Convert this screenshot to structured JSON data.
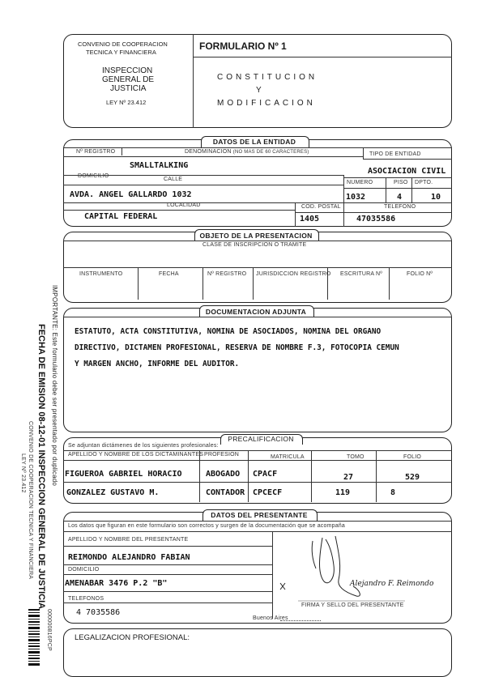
{
  "header": {
    "convenio_1": "CONVENIO DE COOPERACION",
    "convenio_2": "TECNICA Y FINANCIERA",
    "igj_1": "INSPECCION",
    "igj_2": "GENERAL DE",
    "igj_3": "JUSTICIA",
    "ley": "LEY Nº 23.412",
    "form_title": "FORMULARIO Nº 1",
    "constitucion": "CONSTITUCION",
    "y": "Y",
    "modificacion": "MODIFICACION"
  },
  "entidad": {
    "section_title": "DATOS DE LA ENTIDAD",
    "nro_registro_label": "Nº REGISTRO",
    "denominacion_label": "DENOMINACION",
    "denominacion_hint": "(NO MAS DE 60 CARACTERES)",
    "tipo_label": "TIPO DE ENTIDAD",
    "denominacion": "SMALLTALKING",
    "tipo": "ASOCIACION CIVIL",
    "domicilio_label": "DOMICILIO",
    "calle_label": "CALLE",
    "numero_label": "NUMERO",
    "piso_label": "PISO",
    "dpto_label": "DPTO.",
    "calle": "AVDA. ANGEL GALLARDO 1032",
    "numero": "1032",
    "piso": "4",
    "dpto": "10",
    "localidad_label": "LOCALIDAD",
    "cod_postal_label": "COD. POSTAL",
    "telefono_label": "TELEFONO",
    "localidad": "CAPITAL FEDERAL",
    "cod_postal": "1405",
    "telefono": "47035586"
  },
  "objeto": {
    "section_title": "OBJETO DE LA PRESENTACION",
    "clase_label": "CLASE DE INSCRIPCION O TRAMITE",
    "columns": [
      "INSTRUMENTO",
      "FECHA",
      "Nº REGISTRO",
      "JURISDICCION REGISTRO",
      "ESCRITURA Nº",
      "FOLIO Nº"
    ]
  },
  "documentacion": {
    "section_title": "DOCUMENTACION ADJUNTA",
    "line_1": "ESTATUTO, ACTA CONSTITUTIVA, NOMINA DE ASOCIADOS, NOMINA DEL ORGANO",
    "line_2": "DIRECTIVO, DICTAMEN PROFESIONAL, RESERVA DE NOMBRE F.3, FOTOCOPIA CEMUN",
    "line_3": "Y MARGEN ANCHO, INFORME DEL AUDITOR."
  },
  "precalificacion": {
    "section_title": "PRECALIFICACION",
    "intro": "Se adjuntan dictámenes de los siguientes profesionales:",
    "columns": [
      "APELLIDO Y NOMBRE DE LOS DICTAMINANTES",
      "PROFESION",
      "MATRICULA",
      "TOMO",
      "FOLIO"
    ],
    "rows": [
      {
        "nombre": "FIGUEROA GABRIEL HORACIO",
        "profesion": "ABOGADO",
        "matricula": "CPACF",
        "tomo": "27",
        "folio": "529"
      },
      {
        "nombre": "GONZALEZ GUSTAVO M.",
        "profesion": "CONTADOR",
        "matricula": "CPCECF",
        "tomo": "119",
        "folio": "8"
      }
    ]
  },
  "presentante": {
    "section_title": "DATOS DEL PRESENTANTE",
    "declaracion": "Los datos que figuran en este formulario son correctos y surgen de la documentación que se acompaña",
    "nombre_label": "APELLIDO Y NOMBRE DEL PRESENTANTE",
    "nombre": "REIMONDO ALEJANDRO FABIAN",
    "domicilio_label": "DOMICILIO",
    "domicilio": "AMENABAR 3476 P.2 \"B\"",
    "telefonos_label": "TELEFONOS",
    "telefonos": "4 7035586",
    "firma_label": "FIRMA Y SELLO DEL PRESENTANTE",
    "lugar": "Buenos Aires",
    "signature_text": "Alejandro F. Reimondo"
  },
  "legalizacion": {
    "label": "LEGALIZACION PROFESIONAL:"
  },
  "margin": {
    "importante": "IMPORTANTE: Este formulario debe ser presentado por duplicado",
    "fecha_emision": "FECHA DE EMISION 08-12-01 INSPECCION GENERAL DE JUSTICIA",
    "convenio_side": "CONVENIO DE COOPERACION TECNICA Y FINANCIERA",
    "ley_side": "LEY Nº 23.412",
    "barcode_number": "000000816PCP"
  }
}
